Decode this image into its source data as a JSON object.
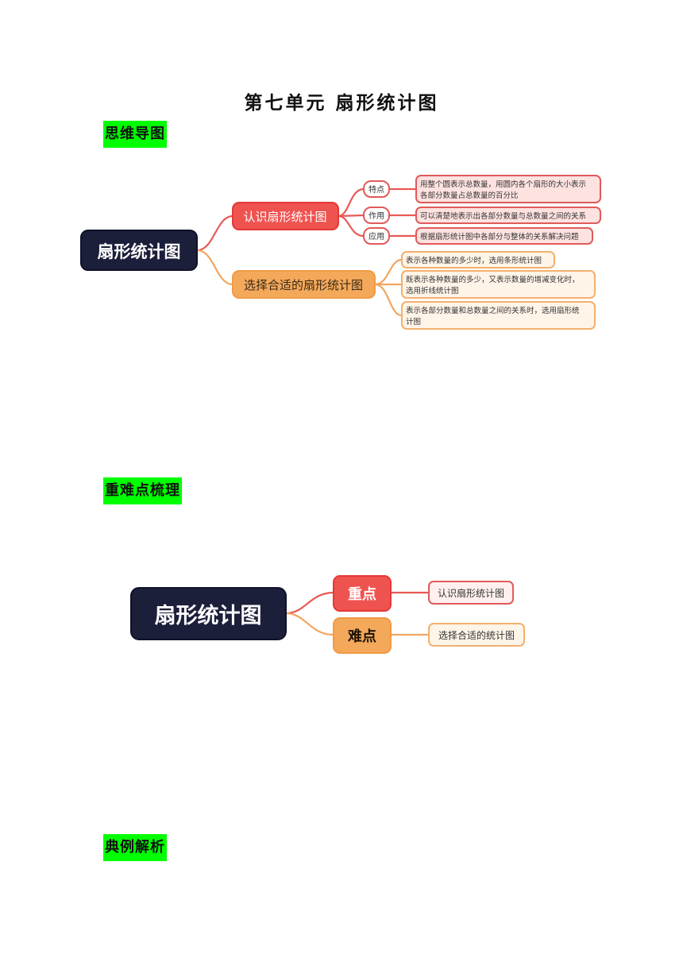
{
  "document": {
    "title": "第七单元 扇形统计图",
    "sections": {
      "mind_map": "思维导图",
      "key_points": "重难点梳理",
      "examples": "典例解析"
    }
  },
  "mind_map": {
    "root": "扇形统计图",
    "branch_1": {
      "label": "认识扇形统计图",
      "items": [
        {
          "tag": "特点",
          "lines": [
            "用整个圆表示总数量，用圆内各个扇形的大小表示",
            "各部分数量占总数量的百分比"
          ]
        },
        {
          "tag": "作用",
          "lines": [
            "可以清楚地表示出各部分数量与总数量之间的关系"
          ]
        },
        {
          "tag": "应用",
          "lines": [
            "根据扇形统计图中各部分与整体的关系解决问题"
          ]
        }
      ]
    },
    "branch_2": {
      "label": "选择合适的扇形统计图",
      "items": [
        {
          "lines": [
            "表示各种数量的多少时，选用条形统计图"
          ]
        },
        {
          "lines": [
            "既表示各种数量的多少，又表示数量的增减变化时，",
            "选用折线统计图"
          ]
        },
        {
          "lines": [
            "表示各部分数量和总数量之间的关系时，选用扇形统",
            "计图"
          ]
        }
      ]
    }
  },
  "key_map": {
    "root": "扇形统计图",
    "focus": {
      "label": "重点",
      "detail": "认识扇形统计图"
    },
    "difficulty": {
      "label": "难点",
      "detail": "选择合适的统计图"
    }
  },
  "colors": {
    "highlight": "#00ff00",
    "root_node": "#1c1f3a",
    "branch_red": "#ef5350",
    "branch_orange": "#f4a85a"
  }
}
